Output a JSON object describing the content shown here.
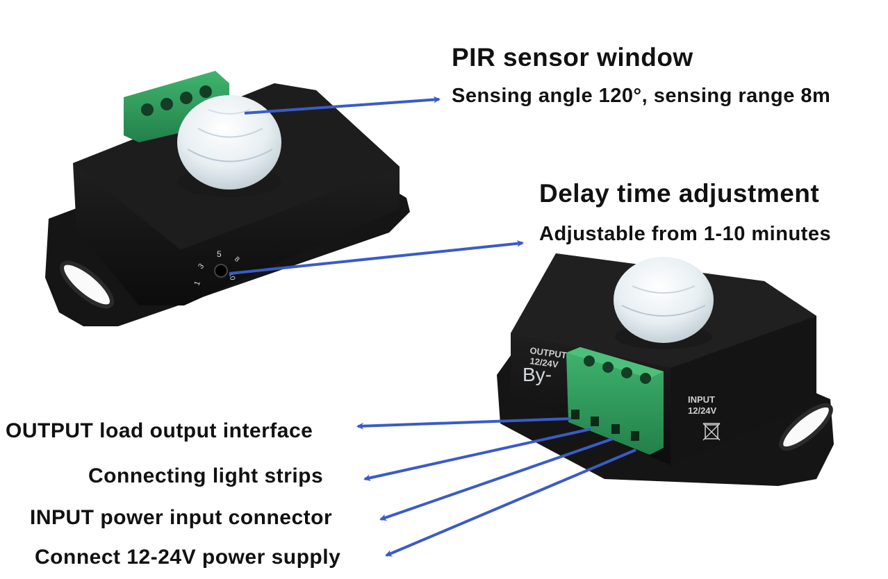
{
  "annotations": {
    "pir_title": "PIR sensor window",
    "pir_detail": "Sensing angle 120°, sensing range 8m",
    "delay_title": "Delay time adjustment",
    "delay_detail": "Adjustable from 1-10 minutes",
    "output_interface": "OUTPUT load output interface",
    "light_strips": "Connecting light strips",
    "input_connector": "INPUT power input connector",
    "power_supply": "Connect 12-24V power supply"
  },
  "device_markings": {
    "output_label_1": "OUTPUT",
    "output_label_2": "12/24V",
    "input_label_1": "INPUT",
    "input_label_2": "12/24V",
    "dial_numbers": [
      "1",
      "3",
      "5",
      "8",
      "10"
    ],
    "watermark": "By-"
  },
  "colors": {
    "arrow": "#3a5bc7",
    "case": "#111111",
    "terminal": "#2e9a5a",
    "dome": "#eef3f6"
  }
}
